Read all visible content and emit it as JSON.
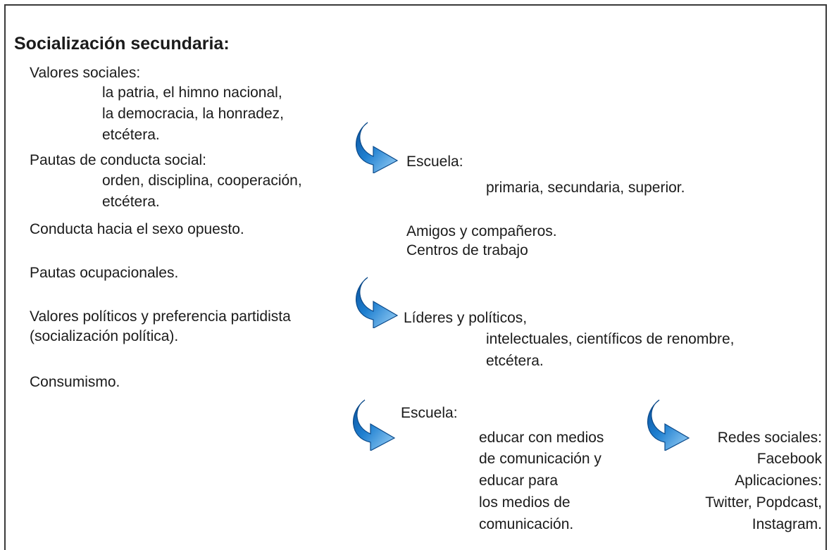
{
  "title": "Socialización secundaria:",
  "left": {
    "valores_sociales": "Valores sociales:",
    "valores_sociales_items": [
      "la patria, el himno nacional,",
      "la democracia, la honradez,",
      "etcétera."
    ],
    "pautas_conducta": "Pautas de conducta social:",
    "pautas_conducta_items": [
      "orden, disciplina, cooperación,",
      "etcétera."
    ],
    "conducta_sexo": "Conducta hacia el sexo opuesto.",
    "pautas_ocupacionales": "Pautas ocupacionales.",
    "valores_politicos": [
      "Valores políticos y preferencia partidista",
      "(socialización política)."
    ],
    "consumismo": "Consumismo."
  },
  "agents": {
    "escuela_1": "Escuela:",
    "escuela_1_detail": "primaria, secundaria, superior.",
    "amigos": "Amigos y compañeros.",
    "centros": "Centros de trabajo",
    "lideres": "Líderes y políticos,",
    "lideres_items": [
      "intelectuales, científicos de renombre,",
      "etcétera."
    ],
    "escuela_2": "Escuela:",
    "escuela_2_items": [
      "educar con medios",
      "de comunicación y",
      "educar para",
      "los medios de",
      "comunicación."
    ],
    "redes": [
      "Redes sociales:",
      "Facebook",
      "Aplicaciones:",
      "Twitter, Popdcast,",
      "Instagram."
    ]
  },
  "arrow_color": "#1e7fd0",
  "arrow_icon": "curved-right-arrow-icon"
}
